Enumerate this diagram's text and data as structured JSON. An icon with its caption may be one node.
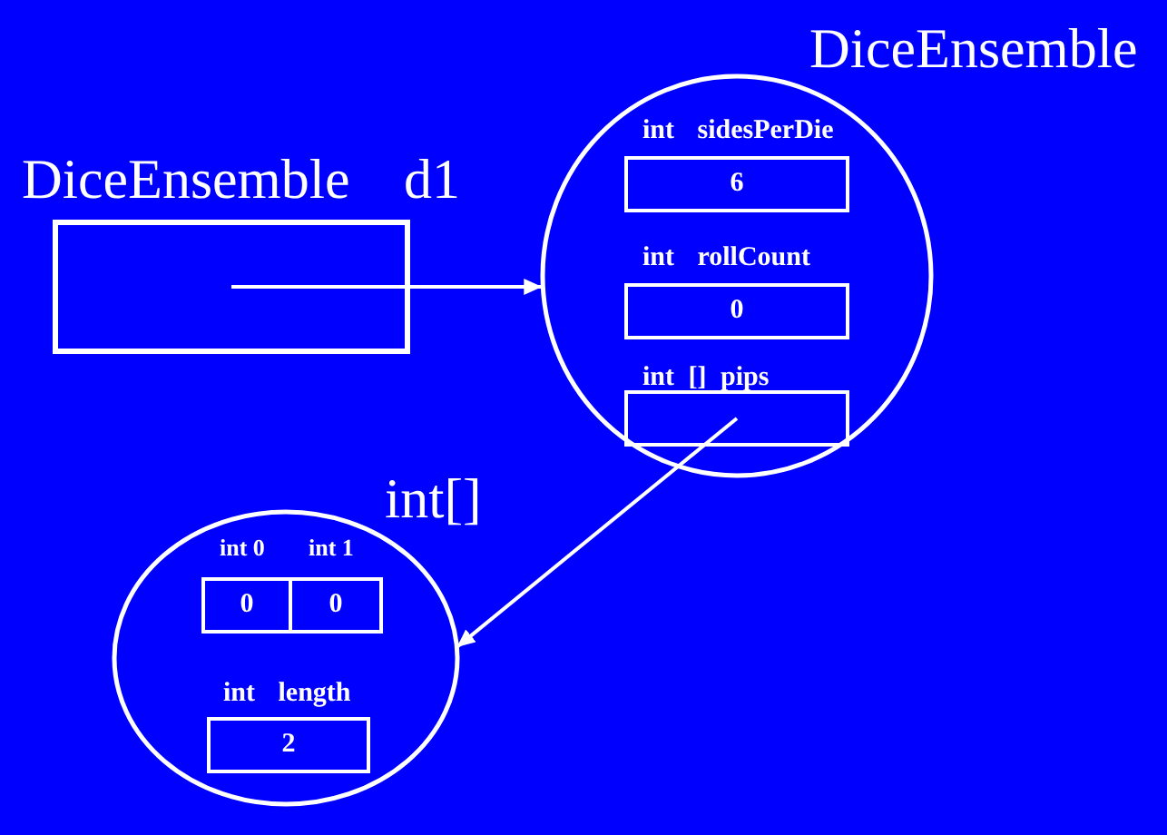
{
  "diagram": {
    "nodes": [
      {
        "text": [
          "DiceEnsemble d1"
        ]
      },
      {
        "text": [
          "DiceEnsemble"
        ]
      },
      {
        "text": [
          "int sidesPerDie",
          "6"
        ],
        "in": 1
      },
      {
        "text": [
          "int rollCount",
          "0"
        ],
        "in": 1
      },
      {
        "text": [
          "int [] pips"
        ],
        "in": 1
      },
      {
        "text": [
          "int[]"
        ]
      },
      {
        "text": [
          "int 0",
          "0"
        ],
        "in": 5
      },
      {
        "text": [
          "int 1",
          "0"
        ],
        "in": 5
      },
      {
        "text": [
          "int length",
          "2"
        ],
        "in": 5
      }
    ],
    "edges": [
      {
        "from": 0,
        "to": 1,
        "arrow": "to"
      },
      {
        "from": 4,
        "to": 5,
        "arrow": "to"
      }
    ]
  }
}
